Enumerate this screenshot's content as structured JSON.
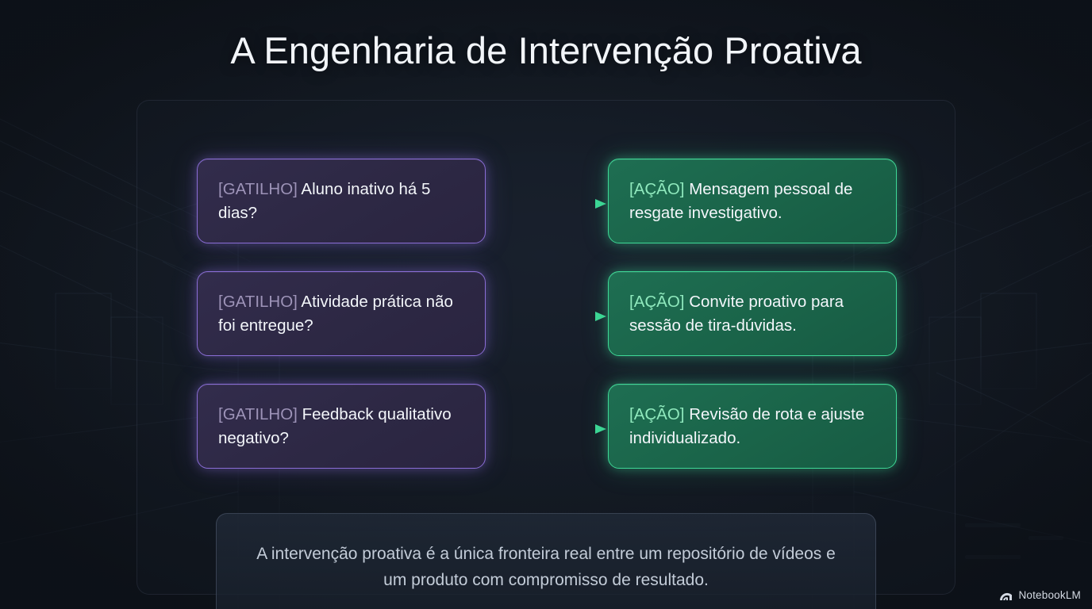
{
  "title": "A Engenharia de Intervenção Proativa",
  "colors": {
    "background": "#141a24",
    "panel_border": "#2a3442",
    "trigger_fill": "#322c4c",
    "trigger_border": "#8a6dd6",
    "trigger_tag": "#9d93b8",
    "action_fill": "#1e6e52",
    "action_border": "#3ed896",
    "action_tag": "#8fe9bd",
    "title_text": "#f2f5f9",
    "quote_text": "#c3ccd8",
    "quote_border": "#47505e"
  },
  "flow": {
    "rows": [
      {
        "trigger": {
          "tag": "[GATILHO] ",
          "text": "Aluno inativo há 5 dias?"
        },
        "action": {
          "tag": "[AÇÃO] ",
          "text": "Mensagem pessoal de resgate investigativo."
        },
        "connector_icon": "arrow-right-icon"
      },
      {
        "trigger": {
          "tag": "[GATILHO] ",
          "text": "Atividade prática não foi entregue?"
        },
        "action": {
          "tag": "[AÇÃO] ",
          "text": "Convite proativo para sessão de tira-dúvidas."
        },
        "connector_icon": "arrow-right-icon"
      },
      {
        "trigger": {
          "tag": "[GATILHO] ",
          "text": "Feedback qualitativo negativo?"
        },
        "action": {
          "tag": "[AÇÃO] ",
          "text": "Revisão de rota e ajuste individualizado."
        },
        "connector_icon": "arrow-right-icon"
      }
    ]
  },
  "quote": {
    "text": "A intervenção proativa é a única fronteira real entre um repositório de vídeos e um produto com compromisso de resultado."
  },
  "watermark": {
    "icon": "notebooklm-logo-icon",
    "label": "NotebookLM"
  }
}
